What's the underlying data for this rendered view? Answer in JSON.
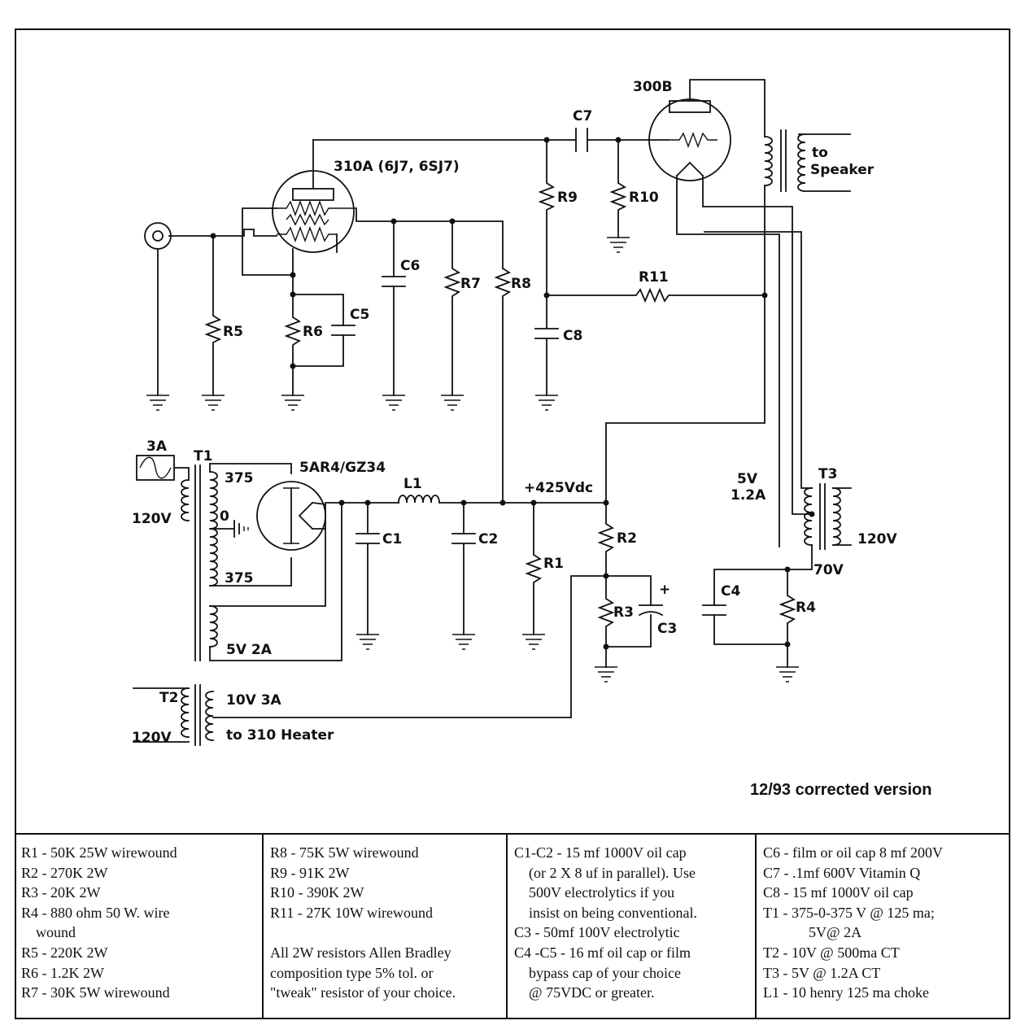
{
  "schematic": {
    "labels": {
      "tube_300b": "300B",
      "tube_310a": "310A (6J7,  6SJ7)",
      "rectifier": "5AR4/GZ34",
      "c7": "C7",
      "r9": "R9",
      "r10": "R10",
      "r11": "R11",
      "c6": "C6",
      "r7": "R7",
      "r8": "R8",
      "c8": "C8",
      "c5": "C5",
      "r5": "R5",
      "r6": "R6",
      "to_speaker_1": "to",
      "to_speaker_2": "Speaker",
      "fuse_3a": "3A",
      "t1": "T1",
      "t1_375_top": "375",
      "t1_0": "0",
      "t1_375_bot": "375",
      "t1_120v": "120V",
      "t1_5v2a": "5V  2A",
      "l1": "L1",
      "c1": "C1",
      "c2": "C2",
      "r1": "R1",
      "b_plus": "+425Vdc",
      "r2": "R2",
      "r3": "R3",
      "c3": "C3",
      "c3_plus": "+",
      "t3": "T3",
      "t3_5v": "5V",
      "t3_12a": "1.2A",
      "t3_120v": "120V",
      "t3_70v": "70V",
      "c4": "C4",
      "r4": "R4",
      "t2": "T2",
      "t2_120v": "120V",
      "t2_10v3a": "10V  3A",
      "t2_heater": "to  310  Heater"
    },
    "version_note": "12/93 corrected version"
  },
  "parts_list": {
    "col1": [
      "R1 -  50K 25W wirewound",
      "R2 -  270K 2W",
      "R3 -  20K 2W",
      "R4 - 880 ohm 50 W. wire",
      "wound",
      "R5 -  220K  2W",
      "R6 -  1.2K  2W",
      "R7 -  30K 5W wirewound"
    ],
    "col2": [
      "R8 - 75K 5W wirewound",
      "R9 - 91K 2W",
      "R10 - 390K 2W",
      "R11 - 27K 10W wirewound",
      "All 2W resistors Allen Bradley",
      "composition  type  5% tol.  or",
      "\"tweak\" resistor of your choice."
    ],
    "col3": [
      "C1-C2 - 15 mf 1000V oil cap",
      "(or 2 X 8 uf in parallel). Use",
      "500V electrolytics  if  you",
      "insist on being conventional.",
      "C3  - 50mf  100V electrolytic",
      "C4 -C5 - 16 mf oil cap or film",
      "bypass cap of your choice",
      "@ 75VDC  or greater."
    ],
    "col4": [
      "C6 - film or oil cap 8 mf 200V",
      "C7 - .1mf  600V Vitamin Q",
      "C8 - 15 mf  1000V oil cap",
      "T1 - 375-0-375 V @ 125 ma;",
      "5V@ 2A",
      "T2 - 10V @ 500ma CT",
      "T3 - 5V @ 1.2A CT",
      "L1 - 10 henry 125 ma choke"
    ]
  }
}
